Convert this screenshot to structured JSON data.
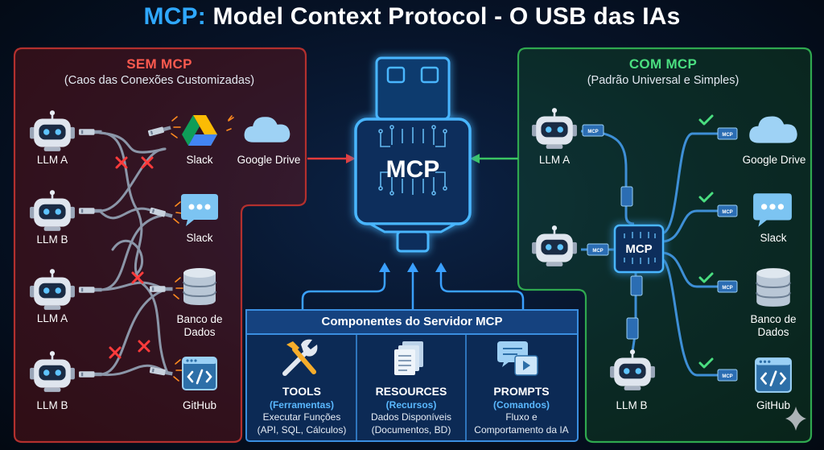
{
  "title": {
    "accent": "MCP:",
    "rest": " Model Context Protocol - O USB das IAs"
  },
  "left_panel": {
    "heading": "SEM MCP",
    "subheading": "(Caos das Conexões Customizadas)",
    "llms": [
      "LLM A",
      "LLM B",
      "LLM A",
      "LLM B"
    ],
    "services": [
      "Slack",
      "Google Drive",
      "Slack",
      "Banco de Dados",
      "GitHub"
    ]
  },
  "right_panel": {
    "heading": "COM MCP",
    "subheading": "(Padrão Universal e Simples)",
    "llms": [
      "LLM A",
      "LLM B"
    ],
    "services": [
      "Google Drive",
      "Slack",
      "Banco de Dados",
      "GitHub"
    ],
    "hub_label": "MCP",
    "plug_label": "MCP"
  },
  "usb": {
    "label": "MCP"
  },
  "components": {
    "heading": "Componentes do Servidor MCP",
    "items": [
      {
        "title": "TOOLS",
        "subtitle": "(Ferramentas)",
        "desc1": "Executar Funções",
        "desc2": "(API, SQL, Cálculos)",
        "icon": "tools-icon"
      },
      {
        "title": "RESOURCES",
        "subtitle": "(Recursos)",
        "desc1": "Dados Disponíveis",
        "desc2": "(Documentos, BD)",
        "icon": "documents-icon"
      },
      {
        "title": "PROMPTS",
        "subtitle": "(Comandos)",
        "desc1": "Fluxo e",
        "desc2": "Comportamento da IA",
        "icon": "chat-icon"
      }
    ]
  },
  "colors": {
    "accent_blue": "#2fa8ff",
    "sem_red": "#ff4d4d",
    "com_green": "#4ade80",
    "panel_red_border": "#b3302e",
    "panel_green_border": "#2fa84f"
  }
}
